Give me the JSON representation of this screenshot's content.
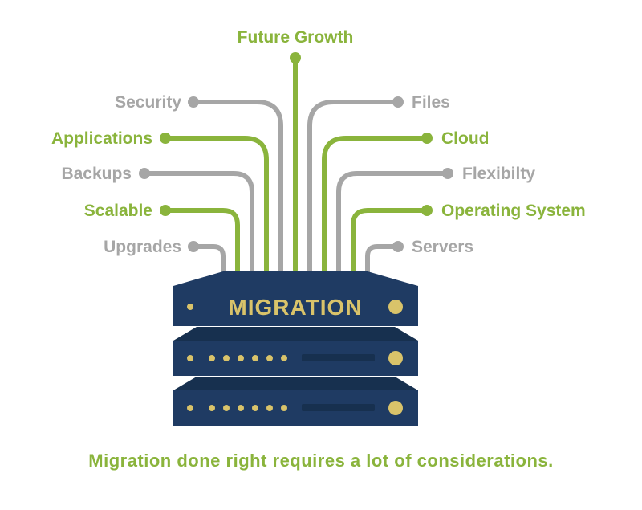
{
  "colors": {
    "green": "#8ab43c",
    "gray": "#a6a6a6",
    "navy": "#1f3b63",
    "navy_dark": "#17304f",
    "gold": "#d9c36a"
  },
  "top_label": {
    "text": "Future Growth",
    "color": "green"
  },
  "left_labels": [
    {
      "text": "Security",
      "color": "gray"
    },
    {
      "text": "Applications",
      "color": "green"
    },
    {
      "text": "Backups",
      "color": "gray"
    },
    {
      "text": "Scalable",
      "color": "green"
    },
    {
      "text": "Upgrades",
      "color": "gray"
    }
  ],
  "right_labels": [
    {
      "text": "Files",
      "color": "gray"
    },
    {
      "text": "Cloud",
      "color": "green"
    },
    {
      "text": "Flexibilty",
      "color": "gray"
    },
    {
      "text": "Operating System",
      "color": "green"
    },
    {
      "text": "Servers",
      "color": "gray"
    }
  ],
  "server_title": "MIGRATION",
  "caption": "Migration done right requires a lot of considerations."
}
